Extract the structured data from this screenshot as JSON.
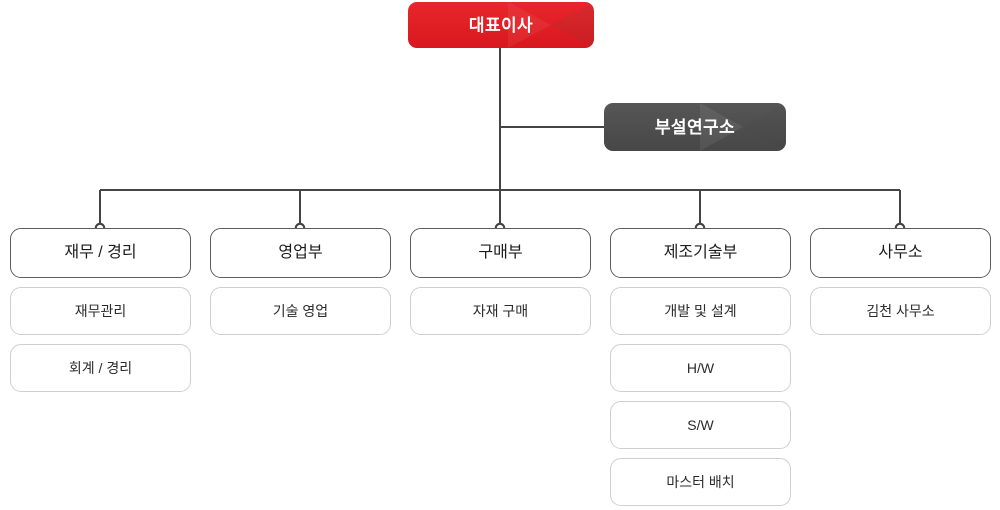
{
  "chart": {
    "type": "org-chart",
    "title": "",
    "orientation": "top-down",
    "root": {
      "label": "대표이사",
      "accent_color": "#e01f25",
      "text_color": "#ffffff"
    },
    "staff": {
      "label": "부설연구소",
      "accent_color": "#4e4e4e",
      "text_color": "#ffffff",
      "attached_to": "대표이사"
    },
    "departments": [
      {
        "label": "재무 / 경리",
        "children": [
          {
            "label": "재무관리"
          },
          {
            "label": "회계 / 경리"
          }
        ]
      },
      {
        "label": "영업부",
        "children": [
          {
            "label": "기술 영업"
          }
        ]
      },
      {
        "label": "구매부",
        "children": [
          {
            "label": "자재 구매"
          }
        ]
      },
      {
        "label": "제조기술부",
        "children": [
          {
            "label": "개발 및 설계"
          },
          {
            "label": "H/W"
          },
          {
            "label": "S/W"
          },
          {
            "label": "마스터 배치"
          }
        ]
      },
      {
        "label": "사무소",
        "children": [
          {
            "label": "김천 사무소"
          }
        ]
      }
    ],
    "colors": {
      "line": "#444444",
      "department_border": "#5e5e5e",
      "sub_border": "#cfcfcf",
      "background": "#ffffff",
      "department_text": "#1c1c1c",
      "sub_text": "#2b2b2b"
    }
  }
}
